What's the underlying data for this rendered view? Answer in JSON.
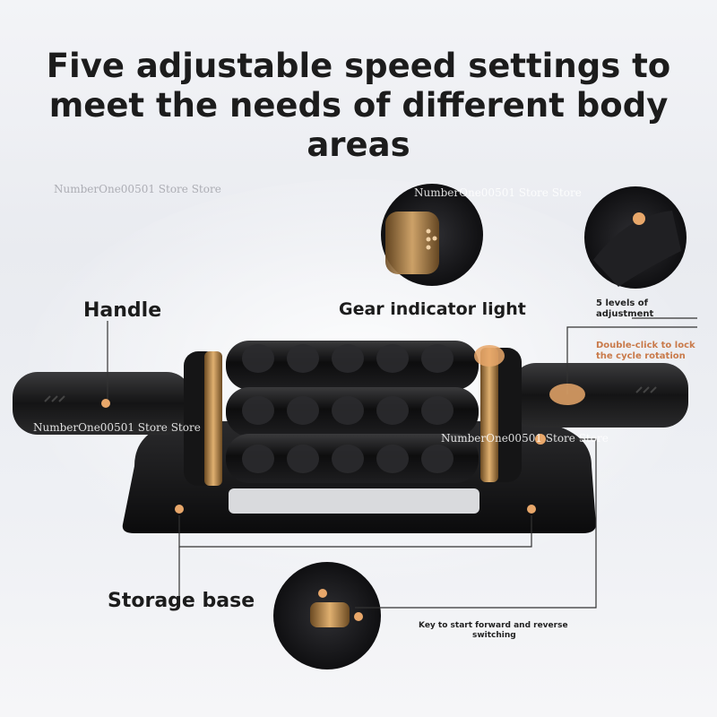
{
  "headline": "Five adjustable speed settings to meet the needs of different body areas",
  "labels": {
    "handle": "Handle",
    "gear_indicator": "Gear indicator light",
    "levels_line1": "5 levels of",
    "levels_line2": "adjustment",
    "double_click_line1": "Double-click to lock",
    "double_click_line2": "the cycle rotation",
    "storage_base": "Storage base",
    "key_line1": "Key to start forward and reverse",
    "key_line2": "switching"
  },
  "watermark": "NumberOne00501 Store Store",
  "colors": {
    "accent_dot": "#e8a76a",
    "gold": "#c9944f",
    "body": "#111111"
  }
}
